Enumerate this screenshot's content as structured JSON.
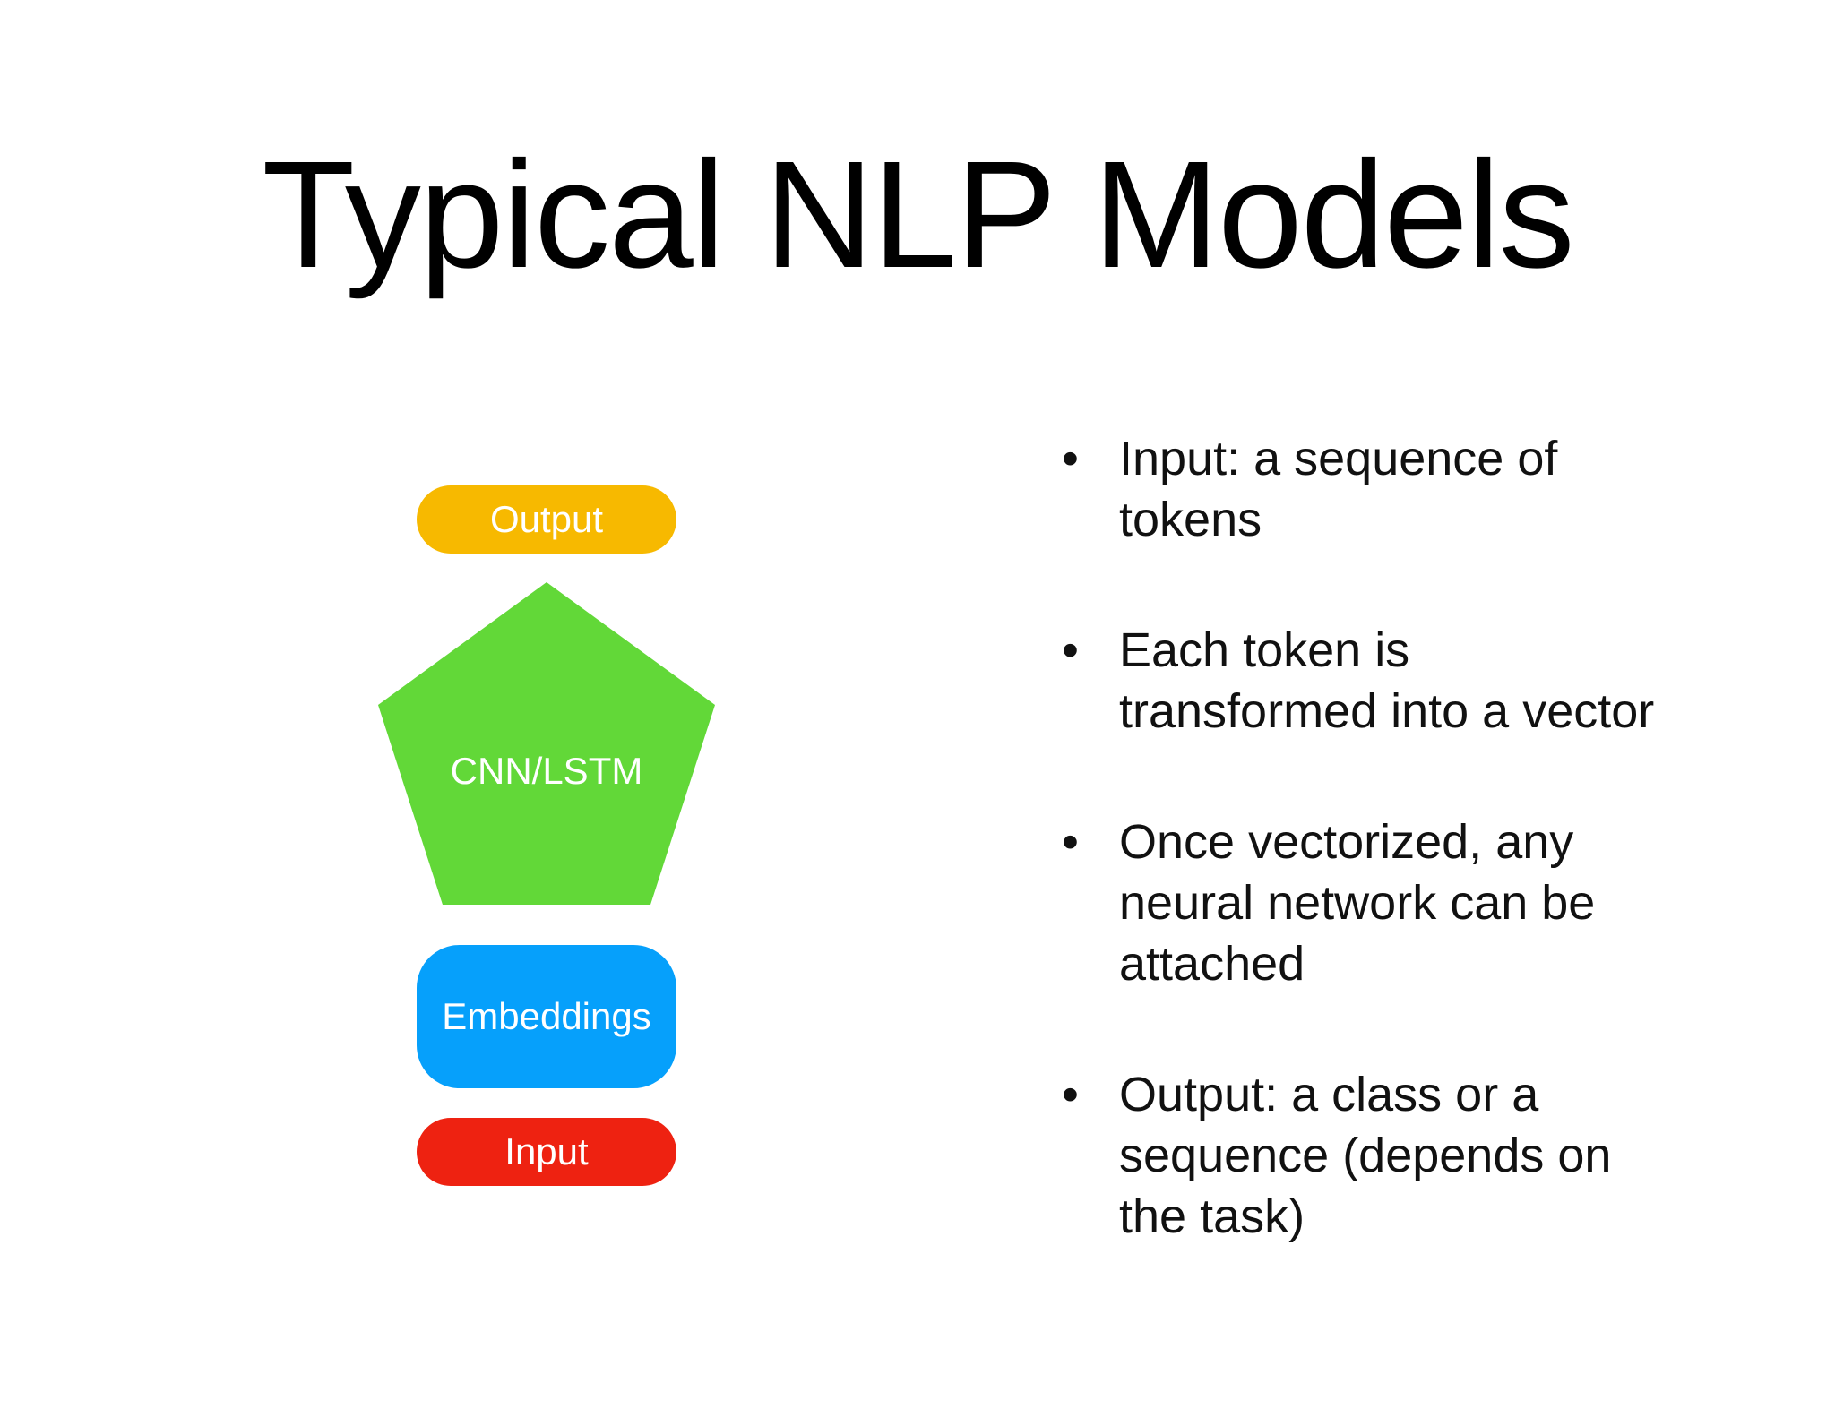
{
  "title": "Typical NLP Models",
  "diagram": {
    "output_label": "Output",
    "model_label": "CNN/LSTM",
    "embeddings_label": "Embeddings",
    "input_label": "Input",
    "colors": {
      "output": "#F7B900",
      "model": "#62D838",
      "embeddings": "#06A0FB",
      "input": "#EE2211"
    }
  },
  "bullets": [
    {
      "lines": [
        "Input: a sequence of",
        "tokens"
      ]
    },
    {
      "lines": [
        "Each token is",
        "transformed into a vector"
      ]
    },
    {
      "lines": [
        "Once vectorized, any",
        "neural network can be",
        "attached"
      ]
    },
    {
      "lines": [
        "Output: a class or a",
        "sequence (depends on",
        "the task)"
      ]
    }
  ],
  "bullet_glyph": "•"
}
